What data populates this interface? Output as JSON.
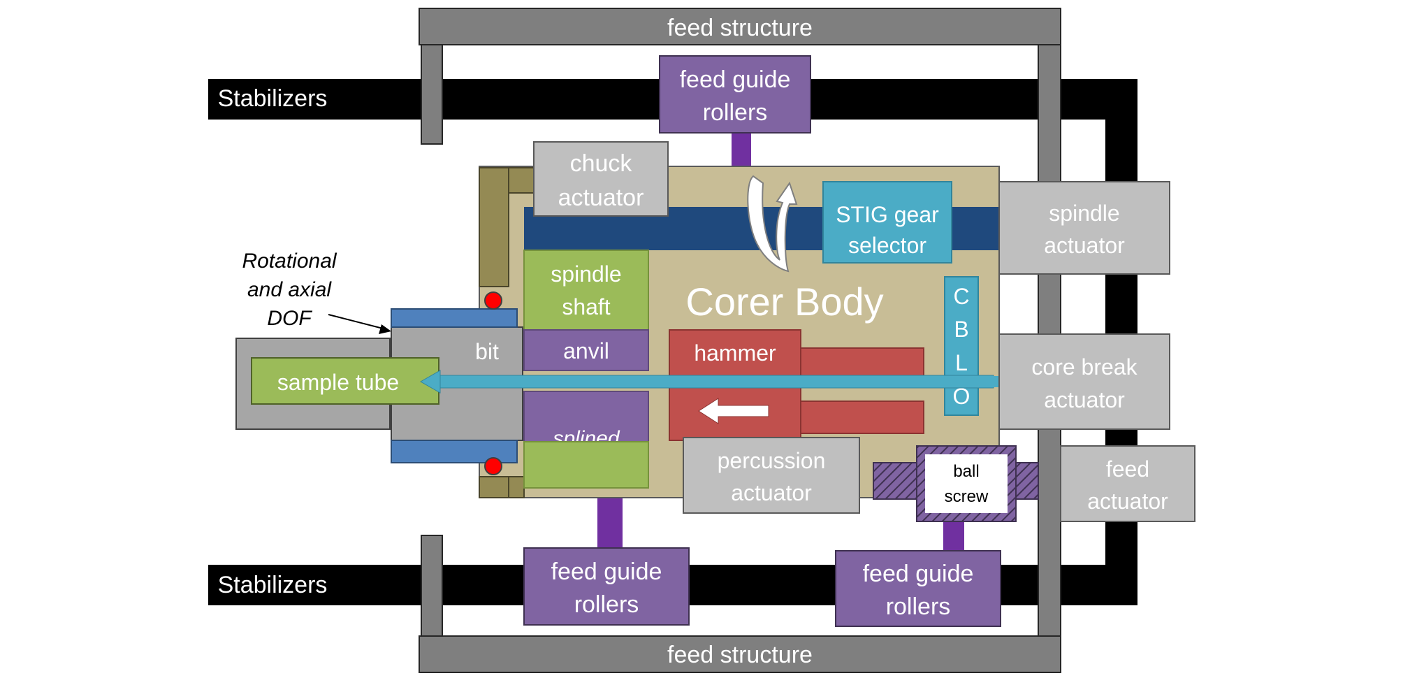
{
  "labels": {
    "feed_structure_top": "feed structure",
    "feed_structure_bottom": "feed structure",
    "stabilizers_top": "Stabilizers",
    "stabilizers_bottom": "Stabilizers",
    "feed_guide_rollers_top": [
      "feed guide",
      "rollers"
    ],
    "feed_guide_rollers_bottom_left": [
      "feed guide",
      "rollers"
    ],
    "feed_guide_rollers_bottom_right": [
      "feed guide",
      "rollers"
    ],
    "chuck_actuator": [
      "chuck",
      "actuator"
    ],
    "stig_gear_selector": [
      "STIG gear",
      "selector"
    ],
    "spindle_actuator": [
      "spindle",
      "actuator"
    ],
    "core_break_actuator": [
      "core break",
      "actuator"
    ],
    "feed_actuator": [
      "feed",
      "actuator"
    ],
    "percussion_actuator": [
      "percussion",
      "actuator"
    ],
    "ball_screw": [
      "ball",
      "screw"
    ],
    "corer_body": "Corer Body",
    "spindle_shaft": [
      "spindle",
      "shaft"
    ],
    "anvil": "anvil",
    "splined": "splined",
    "hammer": "hammer",
    "bit": "bit",
    "sample_tube": "sample tube",
    "cblo": [
      "C",
      "B",
      "L",
      "O"
    ],
    "dof_annotation": [
      "Rotational",
      "and axial",
      "DOF"
    ]
  },
  "colors": {
    "frame_gray": "#7f7f7f",
    "actuator_gray": "#bfbfbf",
    "stabilizer_black": "#000000",
    "roller_purple": "#8064a2",
    "stem_purple": "#7030a0",
    "body_tan": "#c8bd96",
    "body_olive": "#948a54",
    "bar_navy": "#1f497d",
    "stig_cyan": "#4bacc6",
    "shaft_green": "#9bbb59",
    "hammer_red": "#c0504d",
    "bit_blue": "#4f81bd",
    "bearing_red": "#ff0000",
    "ball_screw_hatch": "#604a7b"
  },
  "icons": [
    "arrow-left-icon",
    "rotation-arrow-icon",
    "pointer-arrow-icon"
  ]
}
